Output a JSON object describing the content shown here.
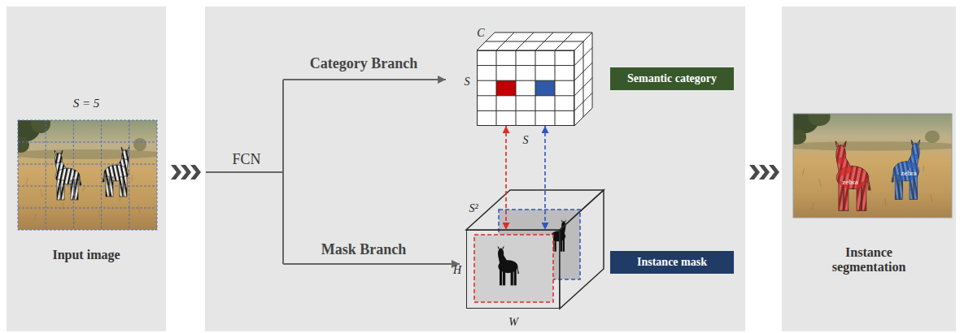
{
  "diagram": {
    "nodes": [
      {
        "text": [
          "S = 5",
          "Input image"
        ]
      },
      {
        "text": [
          "FCN"
        ]
      },
      {
        "text": [
          "C",
          "S",
          "S"
        ],
        "in": 1
      },
      {
        "text": [
          "Semantic category"
        ],
        "in": 1
      },
      {
        "text": [
          "S²",
          "H",
          "W"
        ],
        "in": 1
      },
      {
        "text": [
          "Instance mask"
        ],
        "in": 1
      },
      {
        "text": [
          "Instance segmentation"
        ]
      }
    ],
    "edges": [
      {
        "from": 2,
        "to": 4,
        "arrow": "both"
      },
      {
        "from": 2,
        "to": 4,
        "arrow": "both"
      }
    ],
    "labels": [
      "Category Branch",
      "Mask Branch",
      "zebra",
      "zebra"
    ]
  }
}
